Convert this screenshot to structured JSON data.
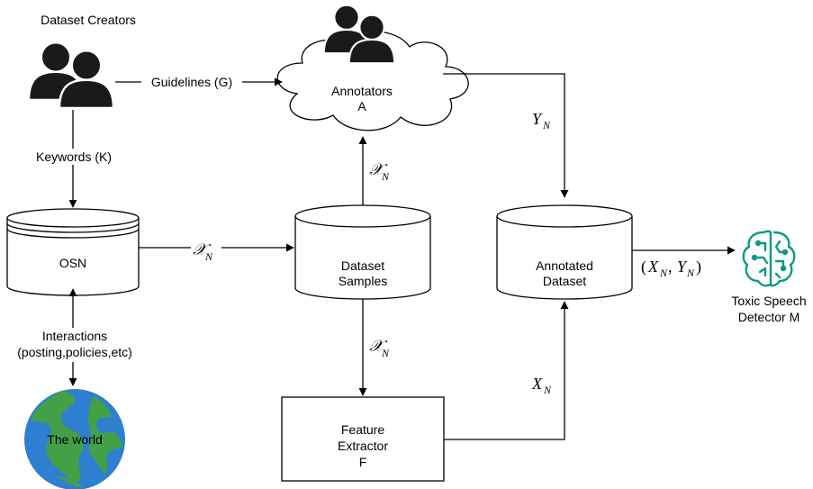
{
  "nodes": {
    "dataset_creators": "Dataset Creators",
    "annotators": {
      "line1": "Annotators",
      "line2": "A"
    },
    "osn": "OSN",
    "dataset_samples": {
      "line1": "Dataset",
      "line2": "Samples"
    },
    "annotated_dataset": {
      "line1": "Annotated",
      "line2": "Dataset"
    },
    "feature_extractor": {
      "line1": "Feature",
      "line2": "Extractor",
      "line3": "F"
    },
    "world": "The world",
    "detector": {
      "line1": "Toxic Speech",
      "line2": "Detector M"
    }
  },
  "edges": {
    "guidelines": "Guidelines (G)",
    "keywords": "Keywords (K)",
    "interactions": {
      "line1": "Interactions",
      "line2": "(posting,policies,etc)"
    },
    "x_script": "𝒳",
    "x_plain": "X",
    "y_plain": "Y",
    "subscript_n": "N",
    "pair_open": "(",
    "pair_comma": ",",
    "pair_close": ")"
  },
  "colors": {
    "people": "#1a1a1a",
    "globe_ocean": "#2f7fd0",
    "globe_land": "#43a047",
    "detector_icon": "#0b9a82",
    "stroke": "#000000"
  },
  "icons": [
    "users-icon",
    "users-icon",
    "globe-icon",
    "brain-circuit-icon"
  ]
}
